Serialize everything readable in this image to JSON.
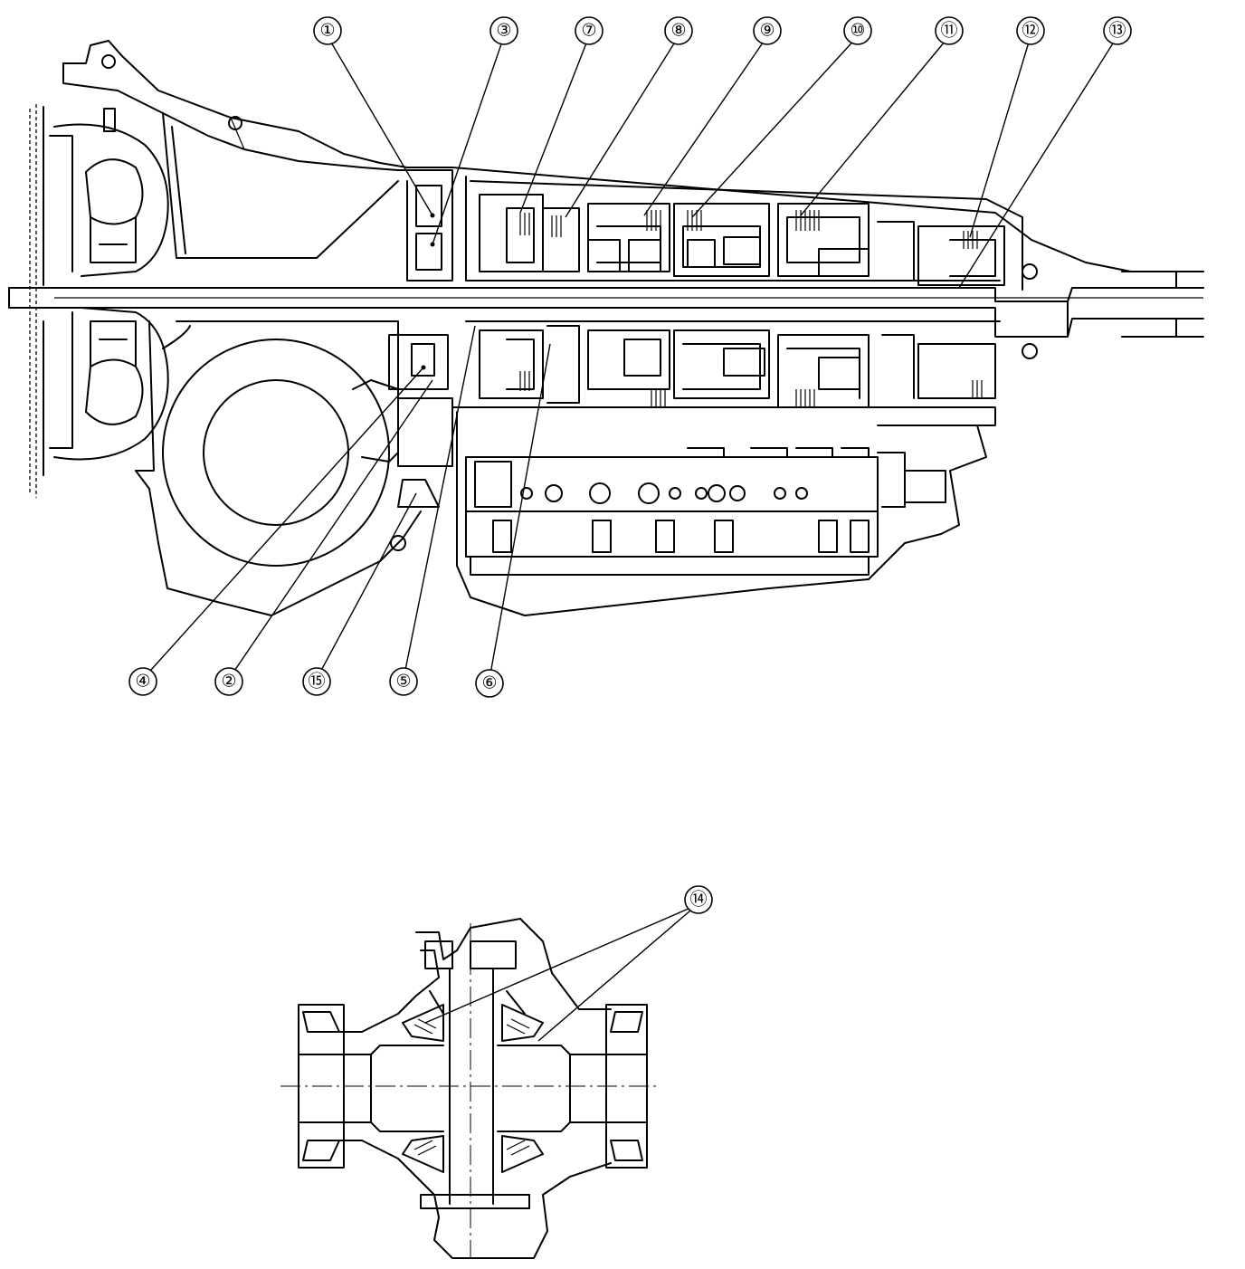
{
  "callouts": [
    {
      "label": "①"
    },
    {
      "label": "③"
    },
    {
      "label": "⑦"
    },
    {
      "label": "⑧"
    },
    {
      "label": "⑨"
    },
    {
      "label": "⑩"
    },
    {
      "label": "⑪"
    },
    {
      "label": "⑫"
    },
    {
      "label": "⑬"
    },
    {
      "label": "④"
    },
    {
      "label": "②"
    },
    {
      "label": "⑮"
    },
    {
      "label": "⑤"
    },
    {
      "label": "⑥"
    },
    {
      "label": "⑭"
    }
  ],
  "icons": {
    "main_view": "transmission-cross-section",
    "detail_view": "differential-cross-section"
  },
  "colors": {
    "ink": "#000000",
    "paper": "#ffffff"
  }
}
